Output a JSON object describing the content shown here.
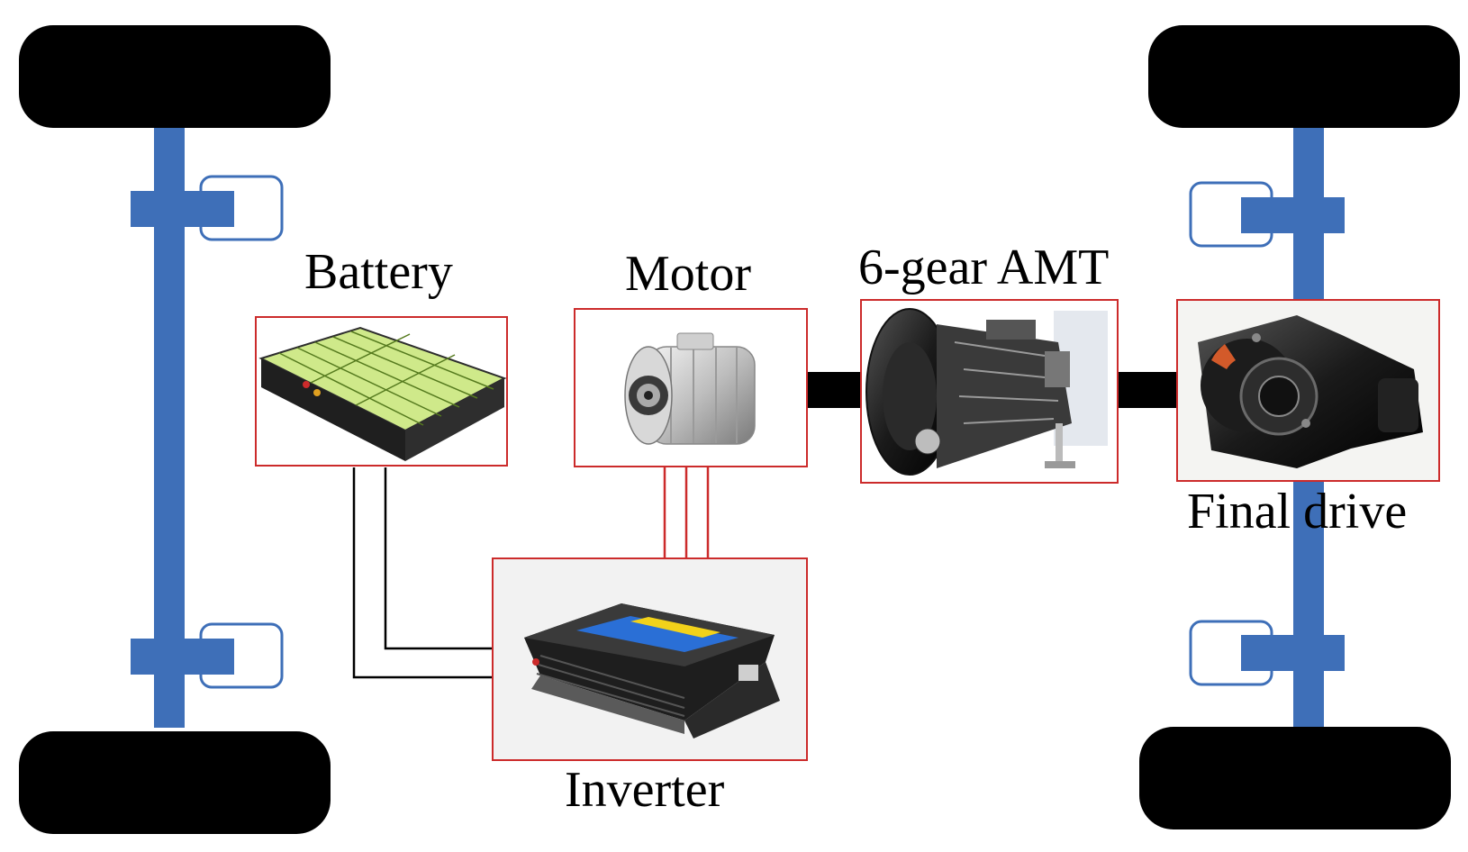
{
  "labels": {
    "battery": "Battery",
    "motor": "Motor",
    "amt": "6-gear AMT",
    "final_drive": "Final drive",
    "inverter": "Inverter"
  },
  "colors": {
    "axle": "#3e6fb8",
    "wheel": "#000000",
    "component_border": "#cc2b2b",
    "power_cable": "#cc2b2b",
    "signal_cable": "#000000",
    "brake_outline": "#3e6fb8",
    "shaft": "#000000"
  },
  "icons": {
    "battery": "battery-pack-icon",
    "motor": "electric-motor-icon",
    "amt": "gearbox-icon",
    "final_drive": "differential-icon",
    "inverter": "power-inverter-icon"
  }
}
